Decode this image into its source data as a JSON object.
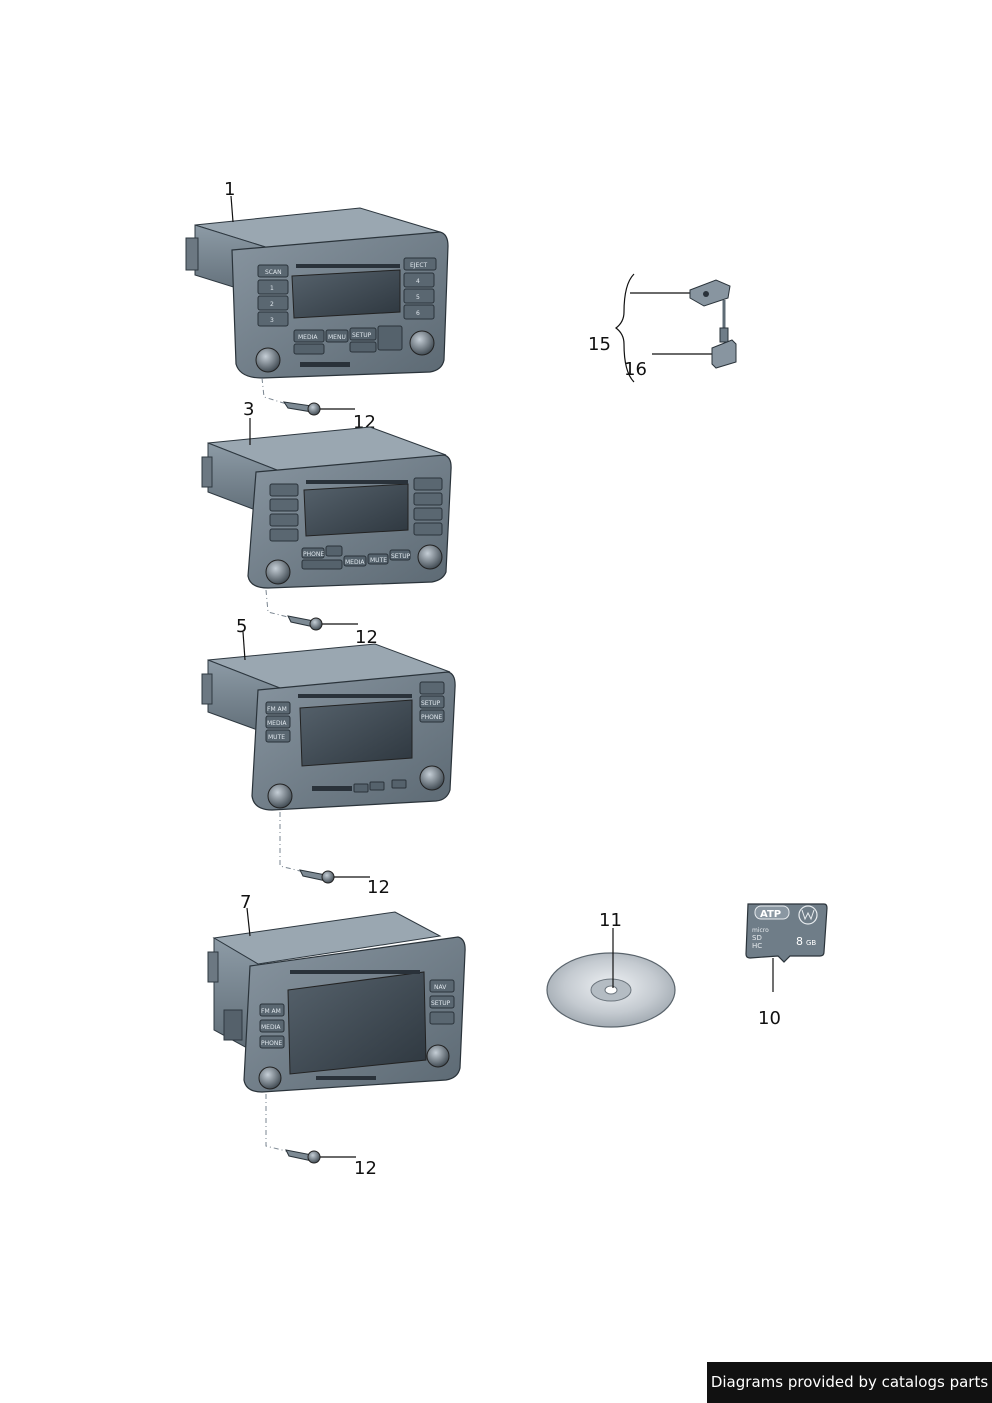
{
  "callouts": {
    "radio_1": "1",
    "radio_3": "3",
    "radio_5": "5",
    "radio_7": "7",
    "screw_a": "12",
    "screw_b": "12",
    "screw_c": "12",
    "screw_d": "12",
    "antenna_group": "15",
    "antenna_connector": "16",
    "disc": "11",
    "sd_card": "10"
  },
  "radio_1_buttons": {
    "scan": "SCAN",
    "eject": "EJECT",
    "b1": "1",
    "b2": "2",
    "b3": "3",
    "b4": "4",
    "b5": "5",
    "b6": "6",
    "media": "MEDIA",
    "menu": "MENU",
    "setup": "SETUP"
  },
  "radio_3_buttons": {
    "phone": "PHONE",
    "media": "MEDIA",
    "mute": "MUTE",
    "setup": "SETUP"
  },
  "radio_5_buttons": {
    "fm_am": "FM AM",
    "media": "MEDIA",
    "mute": "MUTE",
    "setup": "SETUP",
    "phone": "PHONE"
  },
  "radio_7_buttons": {
    "fm_am": "FM AM",
    "media": "MEDIA",
    "phone": "PHONE",
    "nav": "NAV",
    "setup": "SETUP"
  },
  "sd_card": {
    "brand": "ATP",
    "type_line1": "micro",
    "type_line2": "SD",
    "type_line3": "HC",
    "capacity": "8",
    "unit": "GB",
    "logo": "vw-logo"
  },
  "footer": {
    "credit": "Diagrams provided by catalogs parts"
  },
  "colors": {
    "housing": "#7e8c97",
    "housing_dark": "#4d5a64",
    "faceplate": "#6f7d88",
    "screen": "#3b4650",
    "disc": "#c7ccd1",
    "footer_bg": "#111111"
  }
}
